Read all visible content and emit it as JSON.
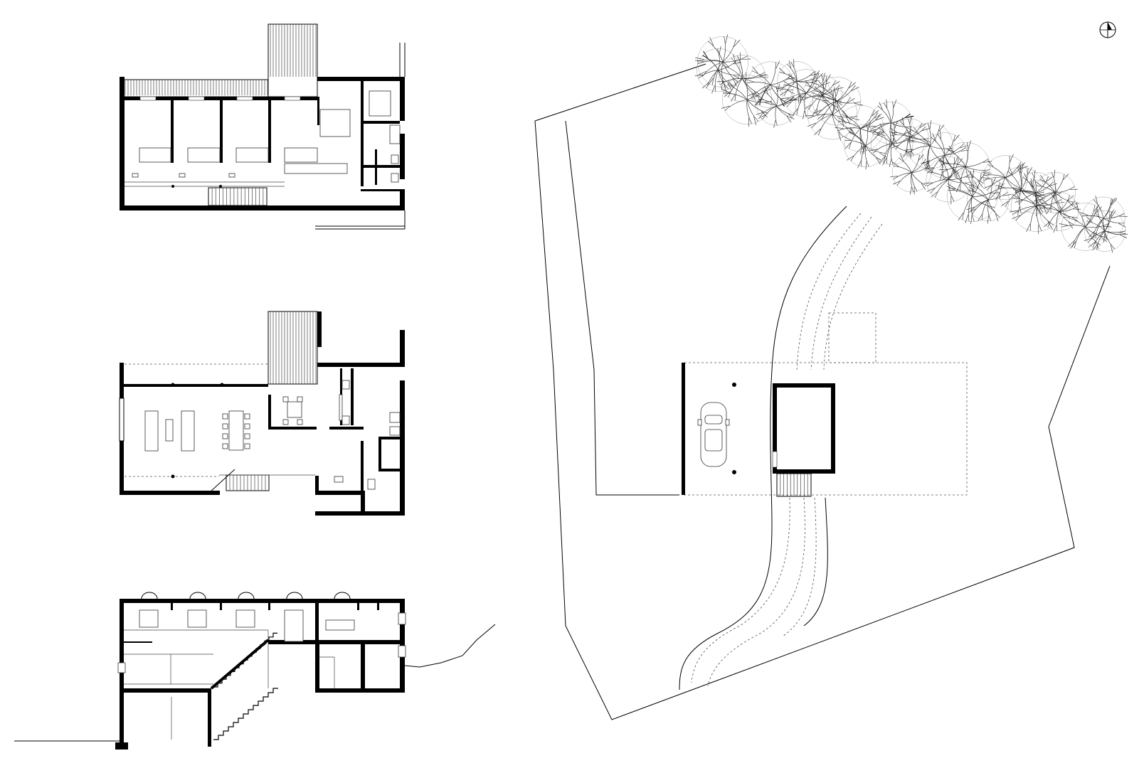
{
  "sheet": {
    "drawings": [
      {
        "id": "upper-floor-plan"
      },
      {
        "id": "ground-floor-plan"
      },
      {
        "id": "building-section"
      },
      {
        "id": "site-plan"
      }
    ],
    "north_arrow": {
      "icon": "north-arrow-icon"
    },
    "tree_count": 32
  }
}
